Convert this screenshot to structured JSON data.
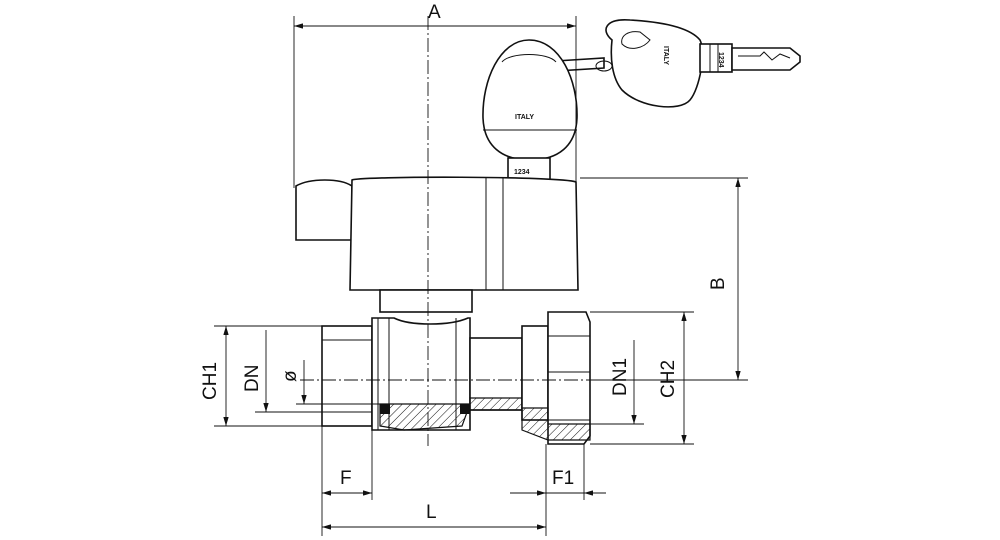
{
  "dimensions": {
    "A": "A",
    "B": "B",
    "L": "L",
    "F": "F",
    "F1": "F1",
    "CH1": "CH1",
    "CH2": "CH2",
    "DN": "DN",
    "DN1": "DN1",
    "phi": "ø"
  },
  "markings": {
    "key_head": "ITALY",
    "key_serial": "1234",
    "cap_brand": "ITALY",
    "cap_serial": "1234"
  }
}
